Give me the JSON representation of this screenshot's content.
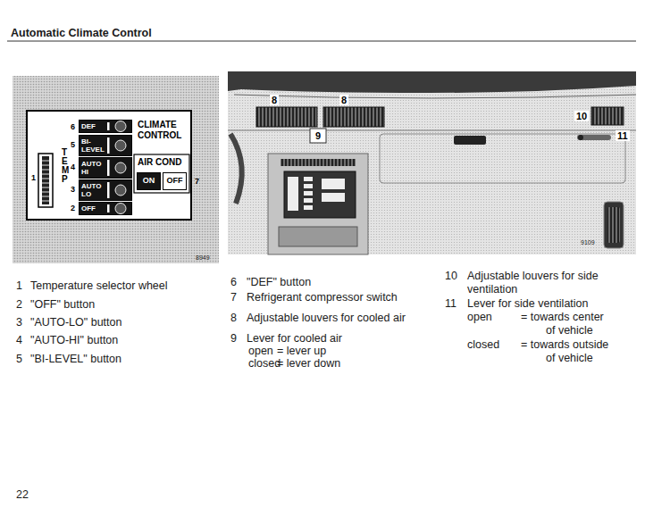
{
  "diagram": {
    "title": "Automatic Climate Control",
    "nodes": [
      {
        "text": [
          "DEF"
        ]
      },
      {
        "text": [
          "BI-LEVEL"
        ]
      },
      {
        "text": [
          "AUTO HI"
        ]
      },
      {
        "text": [
          "AUTO LO"
        ]
      },
      {
        "text": [
          "OFF"
        ]
      },
      {
        "text": [
          "ON"
        ]
      },
      {
        "text": [
          "OFF"
        ]
      }
    ],
    "labels": [
      "1",
      "TEMP",
      "2",
      "3",
      "4",
      "5",
      "6",
      "CLIMATE CONTROL",
      "AIR COND",
      "7",
      "8949",
      "8",
      "8",
      "9",
      "10",
      "11",
      "9109",
      "1",
      "Temperature selector wheel",
      "2",
      "\"OFF\" button",
      "3",
      "\"AUTO-LO\" button",
      "4",
      "\"AUTO-HI\" button",
      "5",
      "\"BI-LEVEL\" button",
      "6",
      "\"DEF\" button",
      "7",
      "Refrigerant compressor switch",
      "8",
      "Adjustable louvers for cooled air",
      "9",
      "Lever for cooled air",
      "open",
      "= lever up",
      "closed",
      "= lever down",
      "10",
      "Adjustable louvers for side ventilation",
      "11",
      "Lever for side ventilation",
      "open",
      "= towards center of vehicle",
      "closed",
      "= towards outside of vehicle",
      "22"
    ]
  }
}
